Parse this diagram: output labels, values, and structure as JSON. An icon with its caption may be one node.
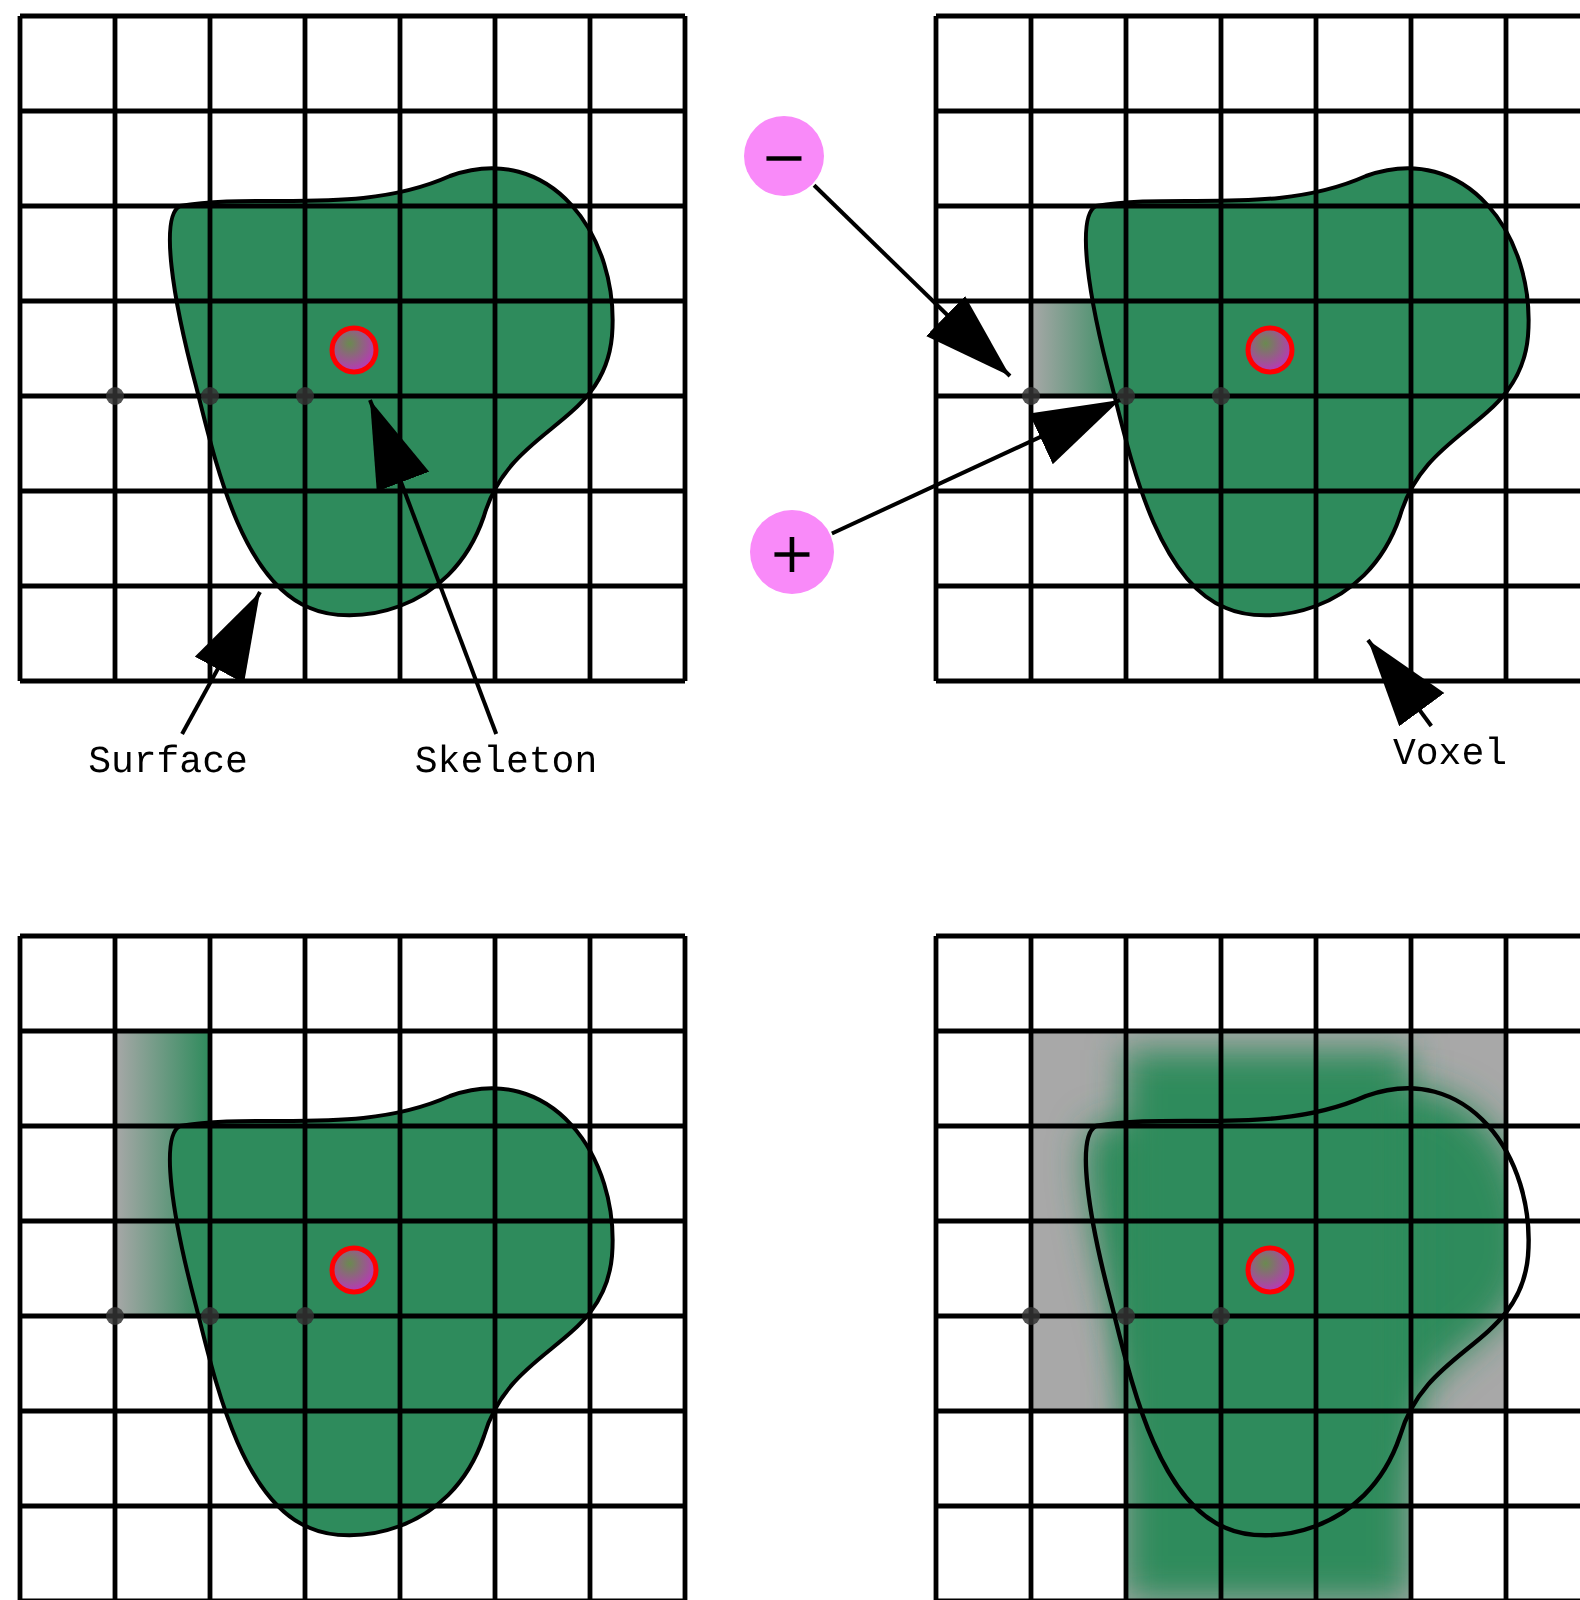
{
  "diagram": {
    "nodes": [
      {
        "text": [
          "−"
        ]
      },
      {
        "text": [
          "+"
        ]
      },
      {
        "text": [
          "Surface"
        ]
      },
      {
        "text": [
          "Skeleton"
        ]
      },
      {
        "text": [
          "Voxel"
        ]
      }
    ],
    "edges": [
      {
        "from": 0,
        "to": null,
        "arrow": "to"
      },
      {
        "from": 1,
        "to": null,
        "arrow": "to"
      },
      {
        "from": 2,
        "to": null,
        "arrow": "to"
      },
      {
        "from": 3,
        "to": null,
        "arrow": "to"
      },
      {
        "from": 4,
        "to": null,
        "arrow": "to"
      }
    ]
  }
}
